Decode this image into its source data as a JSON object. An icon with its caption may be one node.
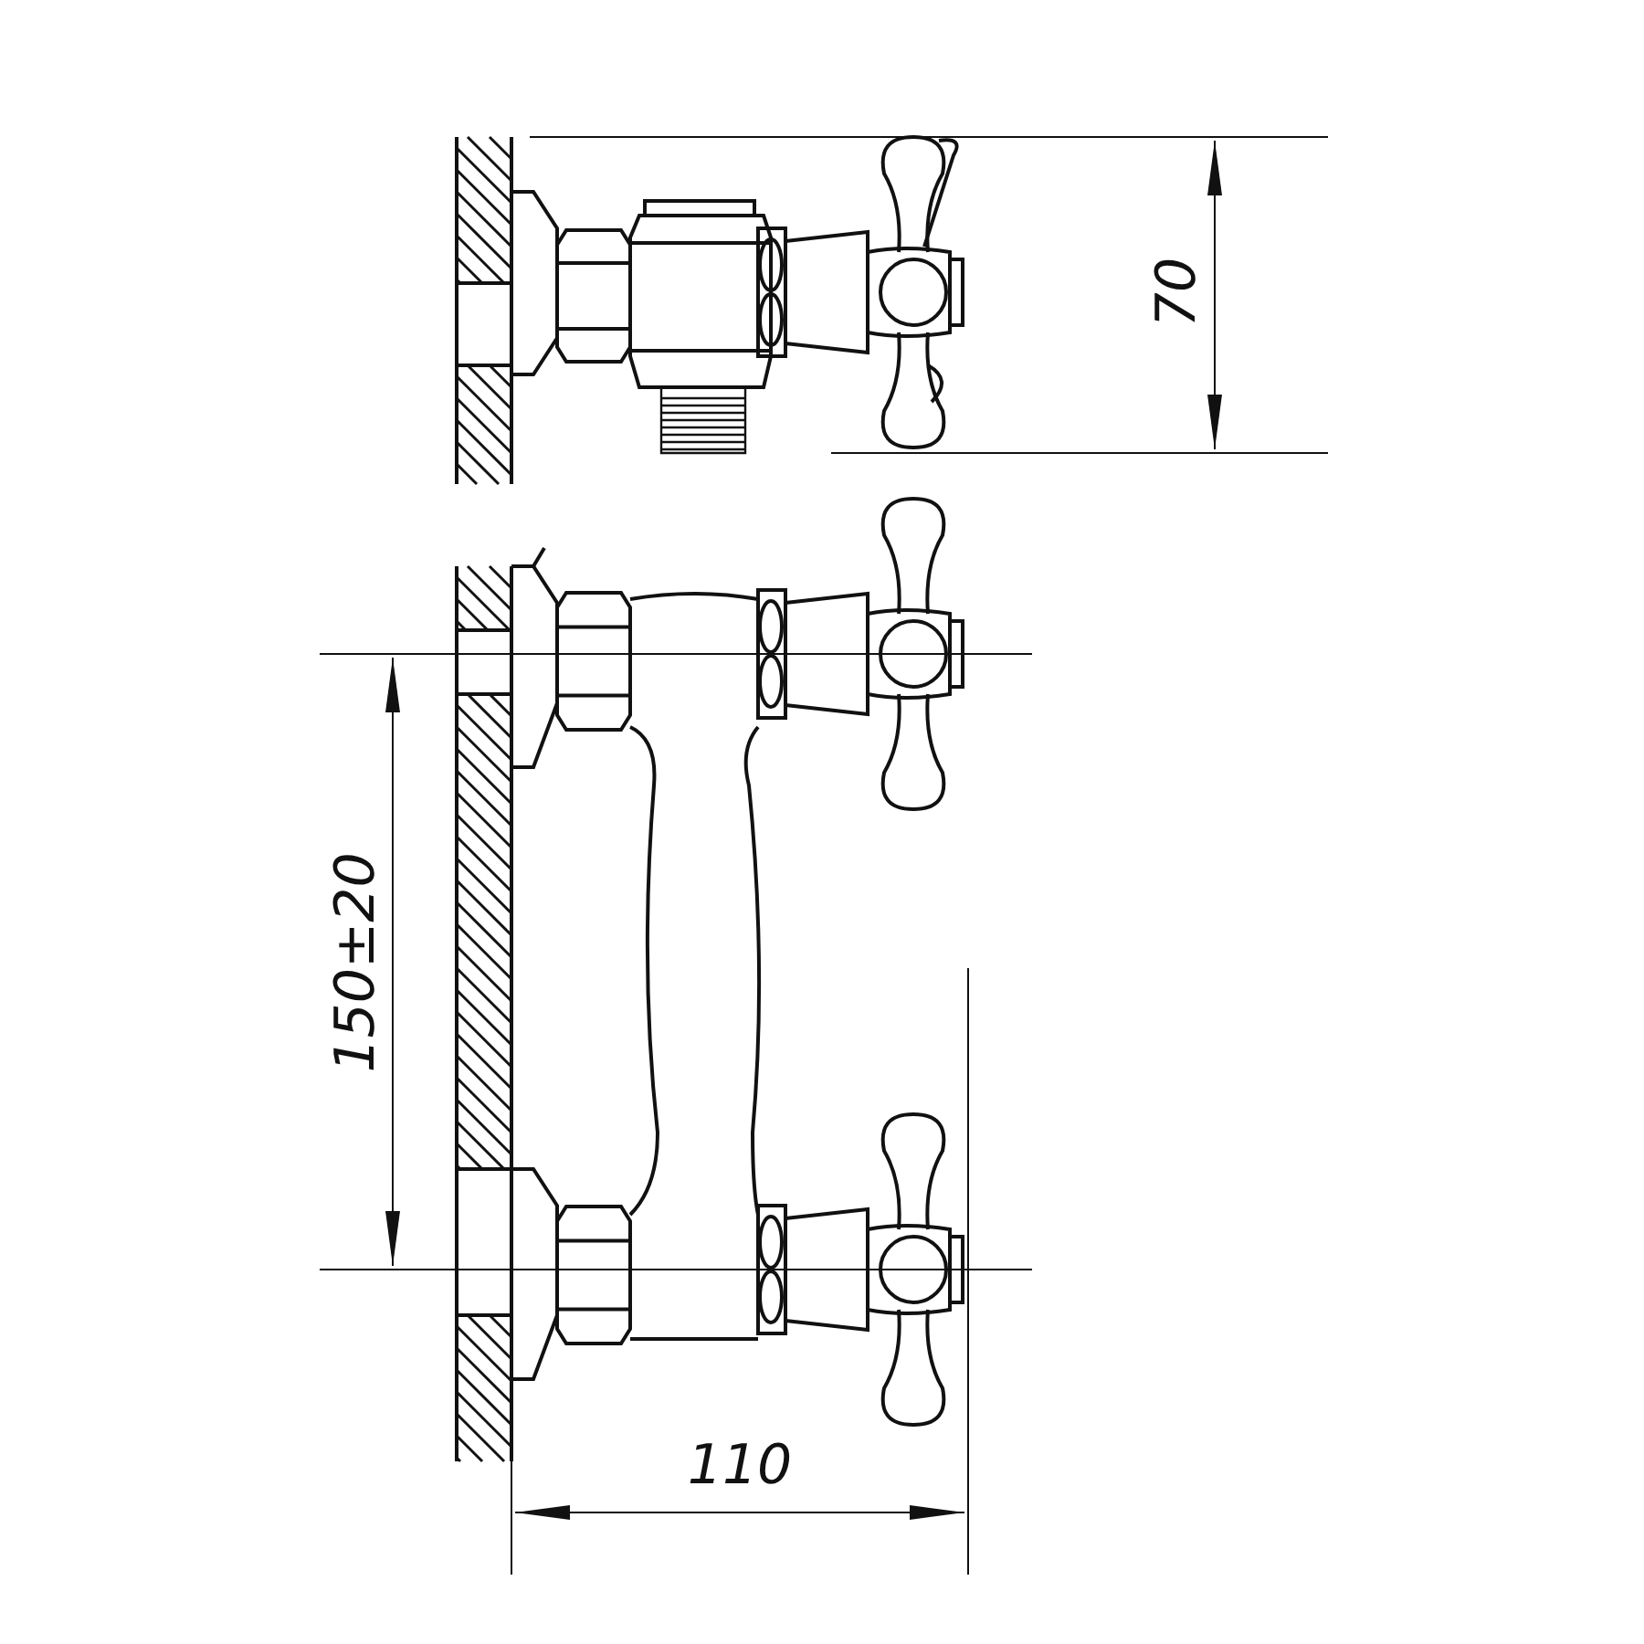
{
  "diagram": {
    "labels": [
      "70",
      "150±20",
      "110"
    ]
  }
}
